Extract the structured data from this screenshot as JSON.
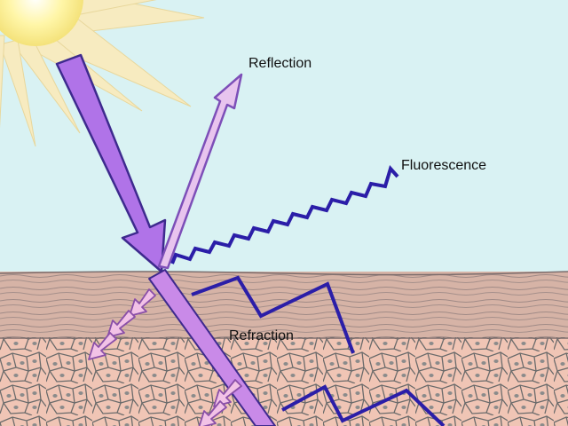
{
  "labels": {
    "reflection": "Reflection",
    "fluorescence": "Fluorescence",
    "refraction": "Refraction"
  },
  "colors": {
    "sky": "#d9f2f3",
    "sun_core": "#fff7b0",
    "sun_ray": "#f6e9b8",
    "incident_beam": "#b277e6",
    "reflected_beam": "#e9c4ef",
    "scatter_arrow": "#f3c3e6",
    "fluorescence_wave": "#2b1ea8",
    "skin_surface": "#d9b7a8",
    "cell_fill": "#f1c6b6",
    "cell_outline": "#6f6f6f"
  },
  "icons": [
    "sun-icon"
  ]
}
